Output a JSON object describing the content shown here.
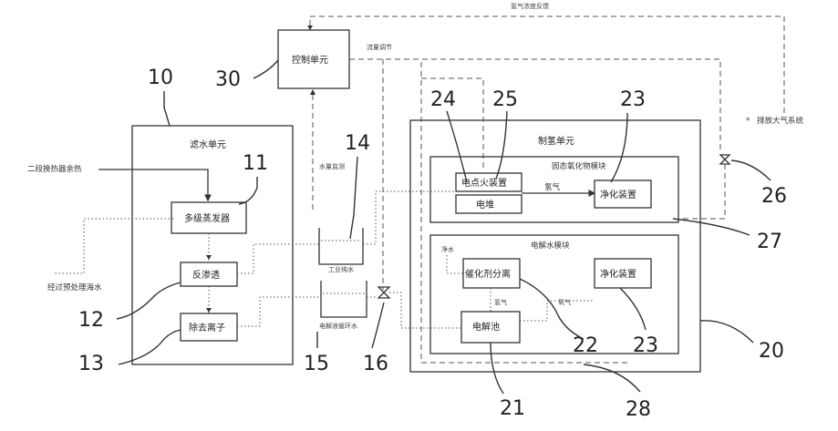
{
  "labels": {
    "top_feedback": "氢气浓度反馈",
    "control_unit": "控制单元",
    "control_signal": "流量调节",
    "to_atmosphere": "排放大气系统",
    "water_unit": "滤水单元",
    "secondary_heat": "二段换热器余热",
    "desalinator": "多级蒸发器",
    "reverse_osmosis": "反渗透",
    "ion_removal": "除去离子",
    "treated_water": "经过预处理海水",
    "h2_unit": "制氢单元",
    "solid_oxide_module": "固态氧化物模块",
    "solid_oxide_cell": "电点火装置",
    "electrolyte": "电堆",
    "hydrogen_1": "氢气",
    "purifier_1": "净化装置",
    "electrolysis_module": "电解水模块",
    "clean_water": "净水",
    "catalyst": "催化剂分离",
    "hydrogen_2": "氢气",
    "oxygen": "氧气",
    "electrolyzer": "电解池",
    "purifier_2": "净化装置",
    "tank_top": "水量监测",
    "tank_mid": "工业纯水",
    "tank_bottom": "电解液循环水"
  },
  "numbers": {
    "n10": "10",
    "n11": "11",
    "n12": "12",
    "n13": "13",
    "n14": "14",
    "n15": "15",
    "n16": "16",
    "n20": "20",
    "n21": "21",
    "n22": "22",
    "n23a": "23",
    "n23b": "23",
    "n24": "24",
    "n25": "25",
    "n26": "26",
    "n27": "27",
    "n28": "28",
    "n30": "30"
  }
}
